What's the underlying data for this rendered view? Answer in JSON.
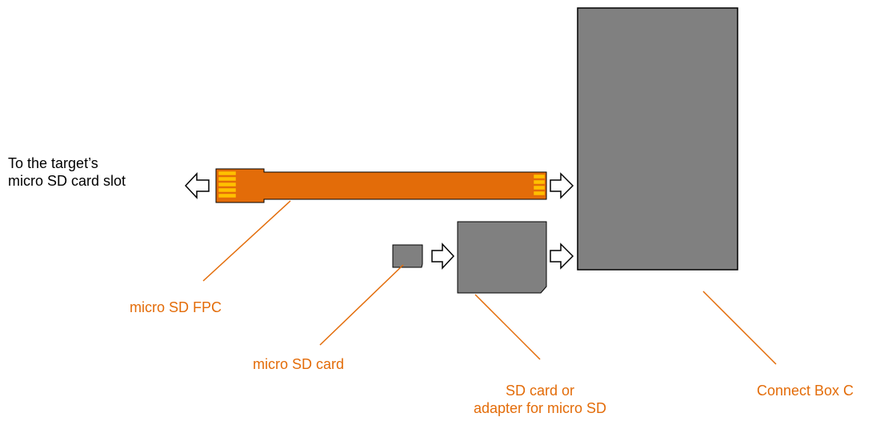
{
  "colors": {
    "orange": "#e36c09",
    "gray": "#808080",
    "contact_yellow": "#ffc000",
    "outline": "#000000",
    "text": "#000000"
  },
  "labels": {
    "target_slot_line1": "To the target’s",
    "target_slot_line2": "micro SD card slot",
    "micro_sd_fpc": "micro SD FPC",
    "micro_sd_card": "micro SD card",
    "sd_card_line1": "SD card or",
    "sd_card_line2": "adapter for micro SD",
    "connect_box": "Connect Box C"
  }
}
